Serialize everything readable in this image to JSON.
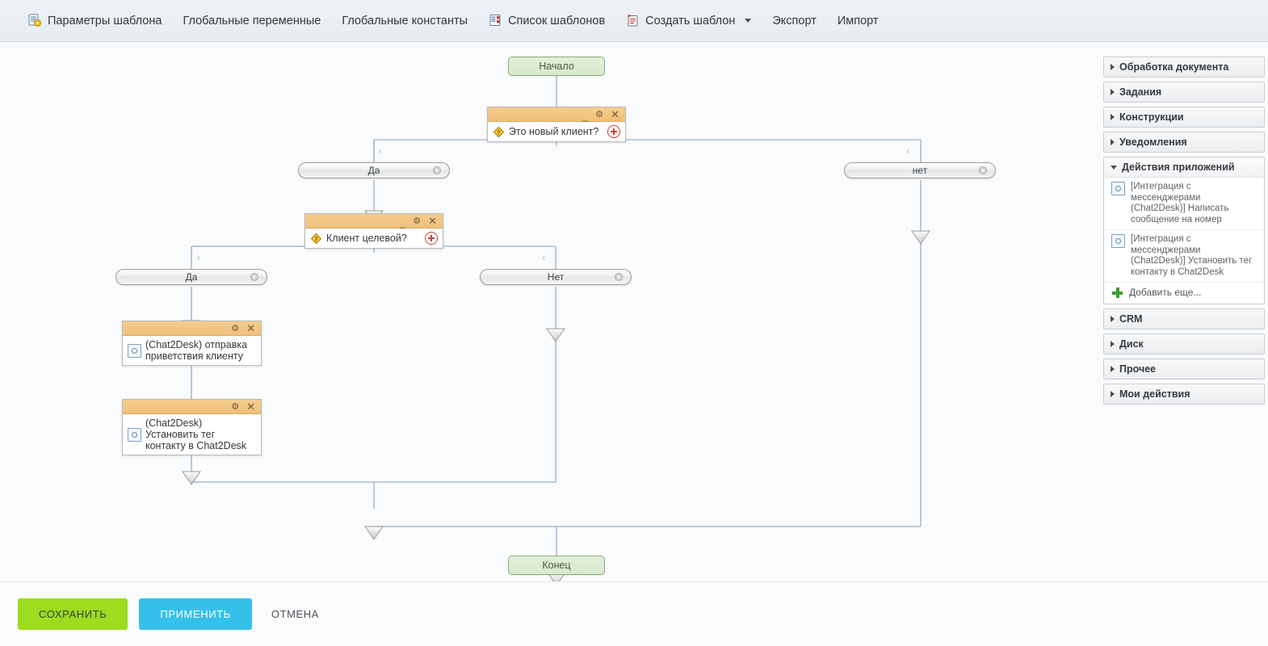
{
  "toolbar": {
    "items": [
      {
        "label": "Параметры шаблона",
        "icon": "template-settings-icon",
        "has_icon": true,
        "has_caret": false
      },
      {
        "label": "Глобальные переменные",
        "icon": "",
        "has_icon": false,
        "has_caret": false
      },
      {
        "label": "Глобальные константы",
        "icon": "",
        "has_icon": false,
        "has_caret": false
      },
      {
        "label": "Список шаблонов",
        "icon": "template-list-icon",
        "has_icon": true,
        "has_caret": false
      },
      {
        "label": "Создать шаблон",
        "icon": "new-template-icon",
        "has_icon": true,
        "has_caret": true
      },
      {
        "label": "Экспорт",
        "icon": "",
        "has_icon": false,
        "has_caret": false
      },
      {
        "label": "Импорт",
        "icon": "",
        "has_icon": false,
        "has_caret": false
      }
    ]
  },
  "flow": {
    "start_label": "Начало",
    "end_label": "Конец",
    "condition1": {
      "title": "Это новый клиент?",
      "icon": "condition-diamond-icon"
    },
    "condition2": {
      "title": "Клиент целевой?",
      "icon": "condition-diamond-icon"
    },
    "branch_yes_1": "Да",
    "branch_no_1": "нет",
    "branch_yes_2": "Да",
    "branch_no_2": "Нет",
    "action1": "(Chat2Desk) отправка приветствия клиенту",
    "action2": "(Chat2Desk) Установить тег контакту в Chat2Desk"
  },
  "right_panel": {
    "groups": [
      {
        "label": "Обработка документа",
        "open": false,
        "items": []
      },
      {
        "label": "Задания",
        "open": false,
        "items": []
      },
      {
        "label": "Конструкции",
        "open": false,
        "items": []
      },
      {
        "label": "Уведомления",
        "open": false,
        "items": []
      },
      {
        "label": "Действия приложений",
        "open": true,
        "items": [
          "[Интеграция с мессенджерами (Chat2Desk)] Написать сообщение на номер",
          "[Интеграция с мессенджерами (Chat2Desk)] Установить тег контакту в Chat2Desk"
        ],
        "add_more": "Добавить еще..."
      },
      {
        "label": "CRM",
        "open": false,
        "items": []
      },
      {
        "label": "Диск",
        "open": false,
        "items": []
      },
      {
        "label": "Прочее",
        "open": false,
        "items": []
      },
      {
        "label": "Мои действия",
        "open": false,
        "items": []
      }
    ]
  },
  "footer": {
    "save_label": "СОХРАНИТЬ",
    "apply_label": "ПРИМЕНИТЬ",
    "cancel_label": "ОТМЕНА"
  },
  "colors": {
    "save_green": "#9ddc1e",
    "apply_blue": "#35c0ea",
    "node_header_orange": "#f0c079",
    "terminal_green": "#d6e9cc",
    "connector_blue": "#a8bdd4"
  }
}
